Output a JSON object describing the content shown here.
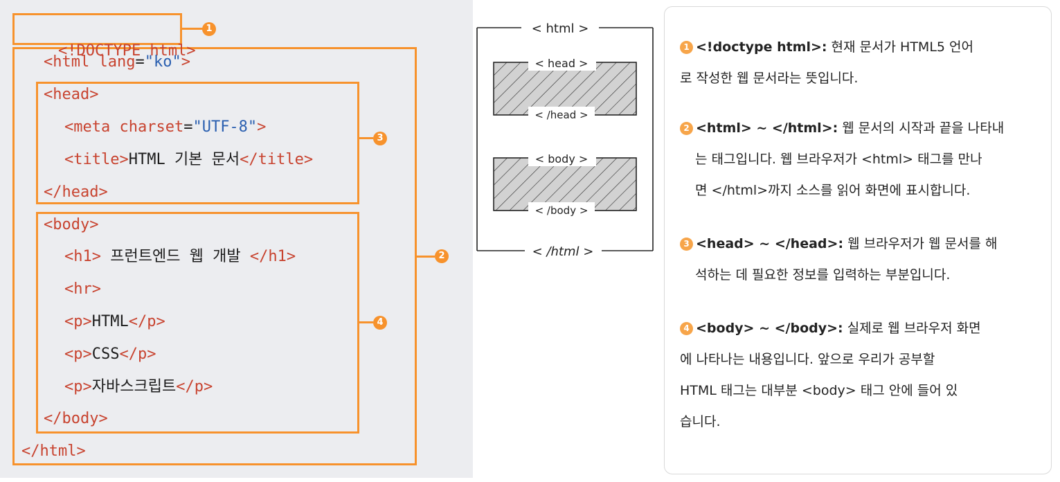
{
  "code": {
    "l1": {
      "tag": "<!DOCTYPE html>"
    },
    "l2": {
      "open": "<html ",
      "attr": "lang",
      "eq": "=",
      "val": "\"ko\"",
      "close": ">"
    },
    "l3": {
      "tag": "<head>"
    },
    "l4": {
      "open": "<meta ",
      "attr": "charset",
      "eq": "=",
      "val": "\"UTF-8\"",
      "close": ">"
    },
    "l5": {
      "open": "<title>",
      "text": "HTML 기본 문서",
      "close": "</title>"
    },
    "l6": {
      "tag": "</head>"
    },
    "l7": {
      "tag": "<body>"
    },
    "l8": {
      "open": "<h1>",
      "text": " 프런트엔드 웹 개발 ",
      "close": "</h1>"
    },
    "l9": {
      "tag": "<hr>"
    },
    "l10": {
      "open": "<p>",
      "text": "HTML",
      "close": "</p>"
    },
    "l11": {
      "open": "<p>",
      "text": "CSS",
      "close": "</p>"
    },
    "l12": {
      "open": "<p>",
      "text": "자바스크립트",
      "close": "</p>"
    },
    "l13": {
      "tag": "</body>"
    },
    "l14": {
      "tag": "</html>"
    }
  },
  "badges": {
    "b1": "1",
    "b2": "2",
    "b3": "3",
    "b4": "4"
  },
  "diagram": {
    "html_open": "< html >",
    "head_open": "< head >",
    "head_close": "< /head >",
    "body_open": "< body >",
    "body_close": "< /body >",
    "html_close": "< /html >"
  },
  "notes": [
    {
      "num": "1",
      "term": "<!doctype html>:",
      "line1": " 현재 문서가 HTML5 언어",
      "line2": "로 작성한 웹 문서라는 뜻입니다."
    },
    {
      "num": "2",
      "term": "<html> ~ </html>:",
      "line1": " 웹 문서의 시작과 끝을 나타내",
      "line2": "는 태그입니다. 웹 브라우저가 <html> 태그를 만나",
      "line3": "면 </html>까지 소스를 읽어 화면에 표시합니다."
    },
    {
      "num": "3",
      "term": "<head> ~ </head>:",
      "line1": " 웹 브라우저가 웹 문서를 해",
      "line2": "석하는 데 필요한 정보를 입력하는 부분입니다."
    },
    {
      "num": "4",
      "term": "<body> ~ </body>:",
      "line1": " 실제로 웹 브라우저 화면",
      "line2": "에 나타나는 내용입니다. 앞으로 우리가 공부할",
      "line3": "HTML 태그는 대부분 <body> 태그 안에 들어 있",
      "line4": "습니다."
    }
  ],
  "colors": {
    "accent": "#f7922c",
    "tag": "#c8432f",
    "value": "#2a5fb0",
    "panel": "#ecedf0"
  }
}
